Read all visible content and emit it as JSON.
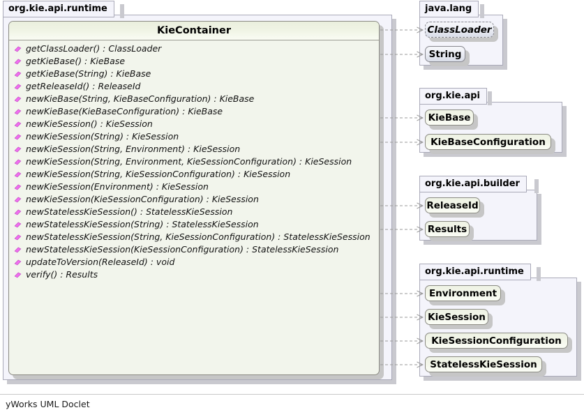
{
  "diagram": {
    "kind": "uml-class-diagram",
    "footer": "yWorks UML Doclet",
    "colors": {
      "package_fill": "#f4f4fb",
      "package_border": "#a9a9b8",
      "kie_node_fill": "#f3f6ea",
      "jdk_node_fill": "#eceef5",
      "node_border": "#8a8a82",
      "main_class_fill": "#f2f5ec",
      "method_icon": "#f06ef0",
      "edge": "#9a9a9a",
      "shadow": "#c6c6c6"
    }
  },
  "main_package": {
    "name": "org.kie.api.runtime"
  },
  "main_class": {
    "name": "KieContainer",
    "stereotype": "interface",
    "members": [
      {
        "icon": "method-icon",
        "label": "getClassLoader() : ClassLoader"
      },
      {
        "icon": "method-icon",
        "label": "getKieBase() : KieBase"
      },
      {
        "icon": "method-icon",
        "label": "getKieBase(String) : KieBase"
      },
      {
        "icon": "method-icon",
        "label": "getReleaseId() : ReleaseId"
      },
      {
        "icon": "method-icon",
        "label": "newKieBase(String, KieBaseConfiguration) : KieBase"
      },
      {
        "icon": "method-icon",
        "label": "newKieBase(KieBaseConfiguration) : KieBase"
      },
      {
        "icon": "method-icon",
        "label": "newKieSession() : KieSession"
      },
      {
        "icon": "method-icon",
        "label": "newKieSession(String) : KieSession"
      },
      {
        "icon": "method-icon",
        "label": "newKieSession(String, Environment) : KieSession"
      },
      {
        "icon": "method-icon",
        "label": "newKieSession(String, Environment, KieSessionConfiguration) : KieSession"
      },
      {
        "icon": "method-icon",
        "label": "newKieSession(String, KieSessionConfiguration) : KieSession"
      },
      {
        "icon": "method-icon",
        "label": "newKieSession(Environment) : KieSession"
      },
      {
        "icon": "method-icon",
        "label": "newKieSession(KieSessionConfiguration) : KieSession"
      },
      {
        "icon": "method-icon",
        "label": "newStatelessKieSession() : StatelessKieSession"
      },
      {
        "icon": "method-icon",
        "label": "newStatelessKieSession(String) : StatelessKieSession"
      },
      {
        "icon": "method-icon",
        "label": "newStatelessKieSession(String, KieSessionConfiguration) : StatelessKieSession"
      },
      {
        "icon": "method-icon",
        "label": "newStatelessKieSession(KieSessionConfiguration) : StatelessKieSession"
      },
      {
        "icon": "method-icon",
        "label": "updateToVersion(ReleaseId) : void"
      },
      {
        "icon": "method-icon",
        "label": "verify() : Results"
      }
    ]
  },
  "packages": [
    {
      "name": "java.lang",
      "style": "jdk",
      "classes": [
        {
          "name": "ClassLoader",
          "abstract": true
        },
        {
          "name": "String",
          "abstract": false
        }
      ]
    },
    {
      "name": "org.kie.api",
      "style": "kie",
      "classes": [
        {
          "name": "KieBase",
          "abstract": false
        },
        {
          "name": "KieBaseConfiguration",
          "abstract": false
        }
      ]
    },
    {
      "name": "org.kie.api.builder",
      "style": "kie",
      "classes": [
        {
          "name": "ReleaseId",
          "abstract": false
        },
        {
          "name": "Results",
          "abstract": false
        }
      ]
    },
    {
      "name": "org.kie.api.runtime",
      "style": "kie",
      "classes": [
        {
          "name": "Environment",
          "abstract": false
        },
        {
          "name": "KieSession",
          "abstract": false
        },
        {
          "name": "KieSessionConfiguration",
          "abstract": false
        },
        {
          "name": "StatelessKieSession",
          "abstract": false
        }
      ]
    }
  ],
  "dependencies": [
    {
      "from": "KieContainer",
      "to": "ClassLoader",
      "type": "dependency"
    },
    {
      "from": "KieContainer",
      "to": "String",
      "type": "dependency"
    },
    {
      "from": "KieContainer",
      "to": "KieBase",
      "type": "dependency"
    },
    {
      "from": "KieContainer",
      "to": "KieBaseConfiguration",
      "type": "dependency"
    },
    {
      "from": "KieContainer",
      "to": "ReleaseId",
      "type": "dependency"
    },
    {
      "from": "KieContainer",
      "to": "Results",
      "type": "dependency"
    },
    {
      "from": "KieContainer",
      "to": "Environment",
      "type": "dependency"
    },
    {
      "from": "KieContainer",
      "to": "KieSession",
      "type": "dependency"
    },
    {
      "from": "KieContainer",
      "to": "KieSessionConfiguration",
      "type": "dependency"
    },
    {
      "from": "KieContainer",
      "to": "StatelessKieSession",
      "type": "dependency"
    }
  ]
}
